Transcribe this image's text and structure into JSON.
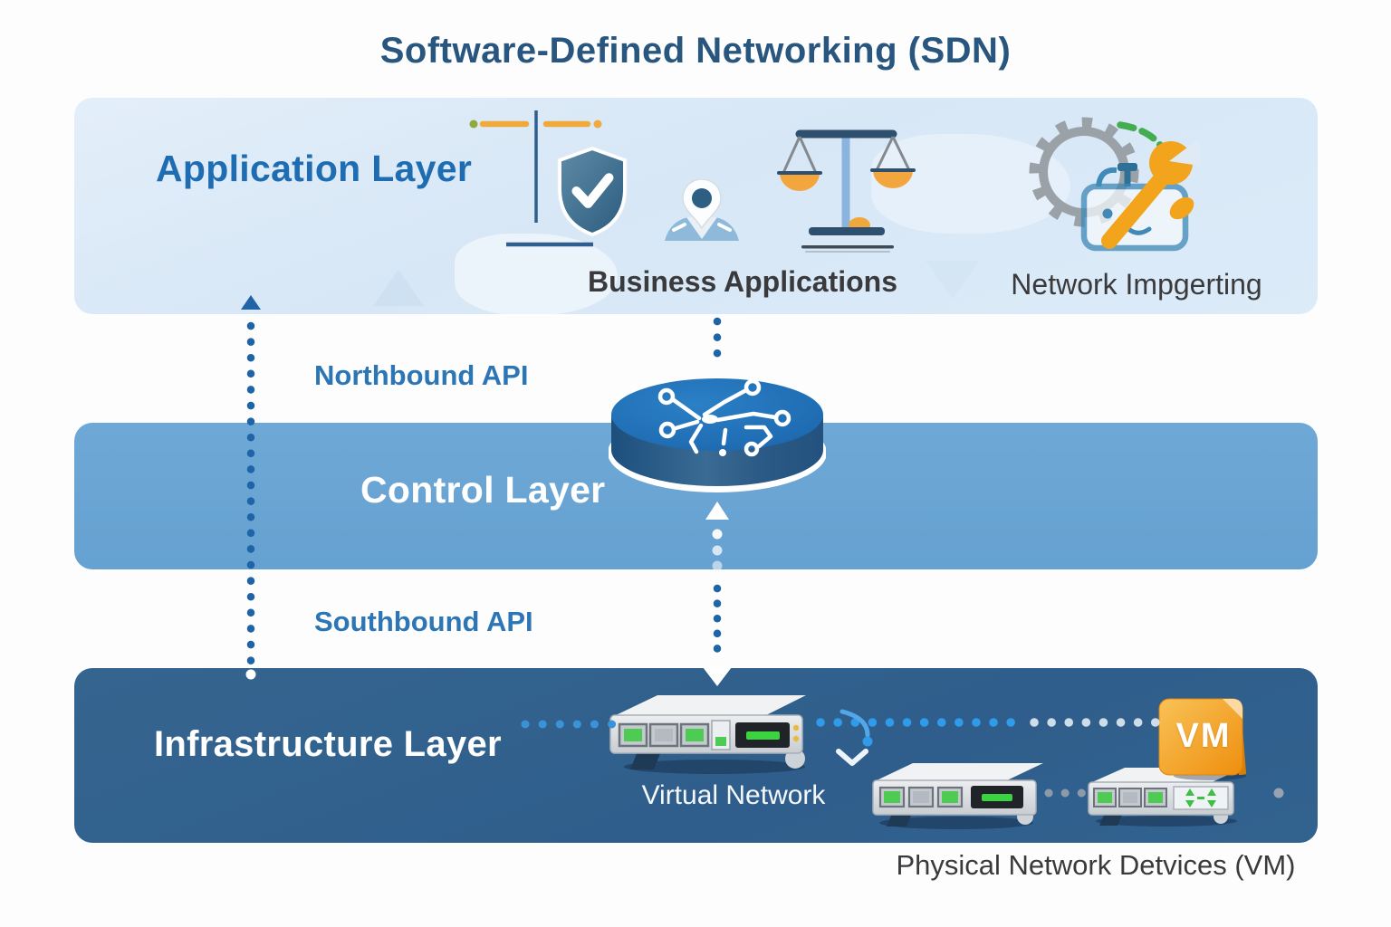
{
  "title": "Software-Defined Networking (SDN)",
  "application_layer": {
    "label": "Application Layer",
    "business_caption": "Business Applications",
    "network_caption": "Network Impgerting",
    "icons": [
      "divider-lines-icon",
      "shield-check-icon",
      "user-icon",
      "scales-icon",
      "gear-wrench-icon"
    ]
  },
  "control_layer": {
    "label": "Control Layer",
    "icons": [
      "sdn-controller-disc-icon"
    ]
  },
  "infrastructure_layer": {
    "label": "Infrastructure Layer",
    "virtual_network_caption": "Virtual Network",
    "vm_badge": "VM",
    "physical_devices_caption": "Physical Network Detvices (VM)",
    "icons": [
      "network-switch-icon",
      "network-switch-icon",
      "network-switch-icon",
      "vm-cube-icon",
      "curved-arrow-icon"
    ]
  },
  "apis": {
    "northbound_label": "Northbound API",
    "southbound_label": "Southbound API"
  },
  "colors": {
    "title_text": "#28567E",
    "app_layer_bg": "#DCEAF7",
    "app_label_text": "#1E6CB2",
    "control_layer_bg": "#68A3D3",
    "infra_layer_bg": "#31618F",
    "api_label_text": "#2D76B6",
    "caption_text": "#3A3A3C",
    "arrow_dot_blue": "#1E64A6",
    "bright_dot_blue": "#2F9BEA",
    "vm_orange": "#F29111",
    "pan_orange": "#F4A63E",
    "gear_green": "#44AD52",
    "led_green": "#3BD33F"
  }
}
